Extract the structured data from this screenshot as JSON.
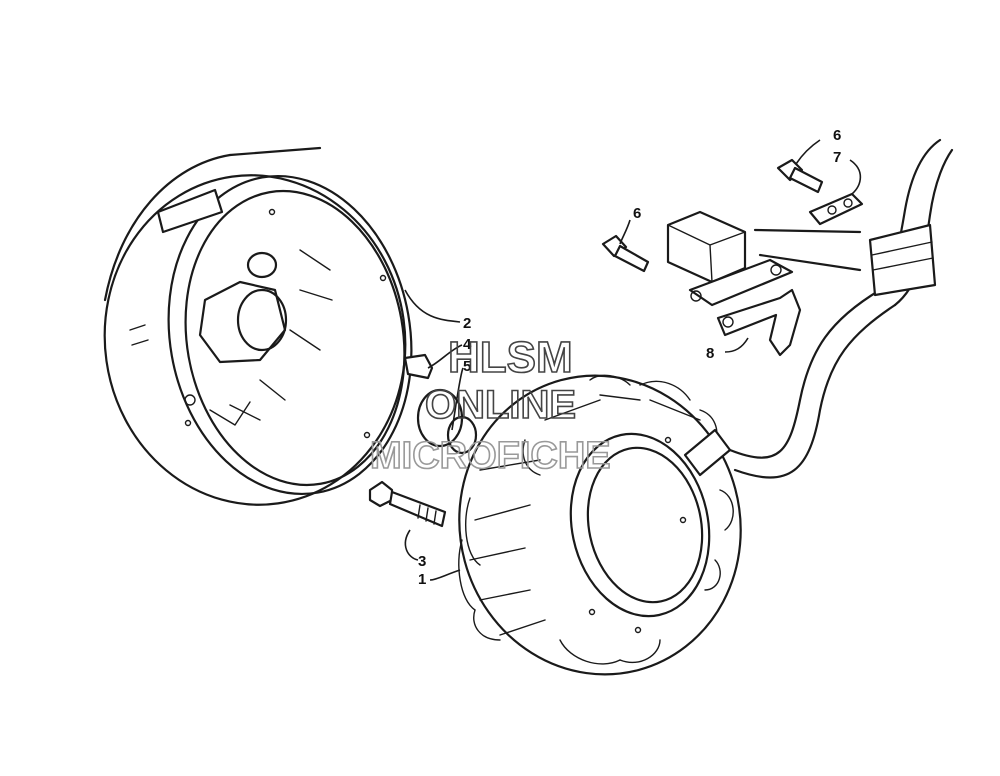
{
  "callouts": {
    "c1": "1",
    "c2": "2",
    "c3": "3",
    "c4": "4",
    "c5": "5",
    "c6a": "6",
    "c6b": "6",
    "c7": "7",
    "c8": "8"
  },
  "watermark": {
    "line1": "HLSM",
    "line2": "ONLINE",
    "line3": "MICROFICHE"
  }
}
